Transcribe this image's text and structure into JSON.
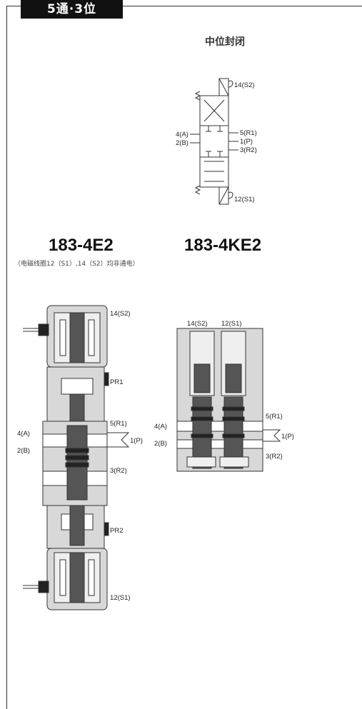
{
  "header": {
    "tab_label": "5通·3位"
  },
  "symbol": {
    "title": "中位封闭",
    "ports": {
      "s2": "14(S2)",
      "a": "4(A)",
      "b": "2(B)",
      "r1": "5(R1)",
      "p": "1(P)",
      "r2": "3(R2)",
      "s1": "12(S1)"
    }
  },
  "models": {
    "left": {
      "name": "183-4E2",
      "note": "（电磁线圈12（S1）,14（S2）均非通电）",
      "labels": {
        "s2": "14(S2)",
        "pr1": "PR1",
        "r1": "5(R1)",
        "a": "4(A)",
        "p": "1(P)",
        "b": "2(B)",
        "r2": "3(R2)",
        "pr2": "PR2",
        "s1": "12(S1)"
      }
    },
    "right": {
      "name": "183-4KE2",
      "labels": {
        "s2": "14(S2)",
        "s1": "12(S1)",
        "r1": "5(R1)",
        "a": "4(A)",
        "p": "1(P)",
        "b": "2(B)",
        "r2": "3(R2)"
      }
    }
  },
  "colors": {
    "body": "#d8d8d8",
    "dark": "#333333",
    "light": "#efefef"
  }
}
